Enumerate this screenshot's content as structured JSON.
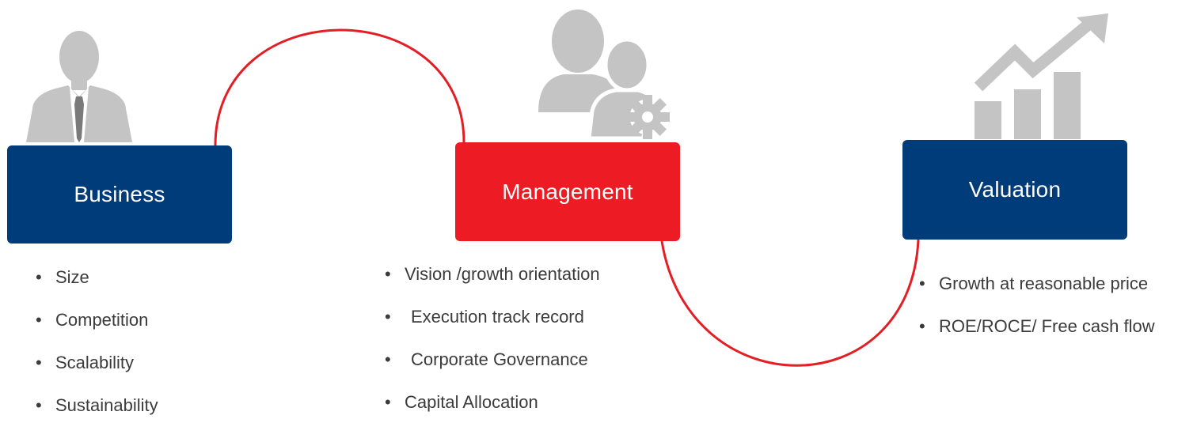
{
  "colors": {
    "navy": "#003b7a",
    "red": "#ed1c24",
    "connector": "#e31e25",
    "icon_gray": "#c4c4c4",
    "text": "#3b3b3b"
  },
  "icons": {
    "business": "businessman-icon",
    "management": "team-gear-icon",
    "valuation": "growth-chart-icon"
  },
  "stages": {
    "business": {
      "label": "Business",
      "bullets": [
        "Size",
        "Competition",
        "Scalability",
        "Sustainability"
      ]
    },
    "management": {
      "label": "Management",
      "bullets": [
        "Vision /growth orientation",
        "Execution track record",
        "Corporate Governance",
        "Capital Allocation"
      ]
    },
    "valuation": {
      "label": "Valuation",
      "bullets": [
        "Growth at reasonable price",
        "ROE/ROCE/ Free cash flow"
      ]
    }
  }
}
